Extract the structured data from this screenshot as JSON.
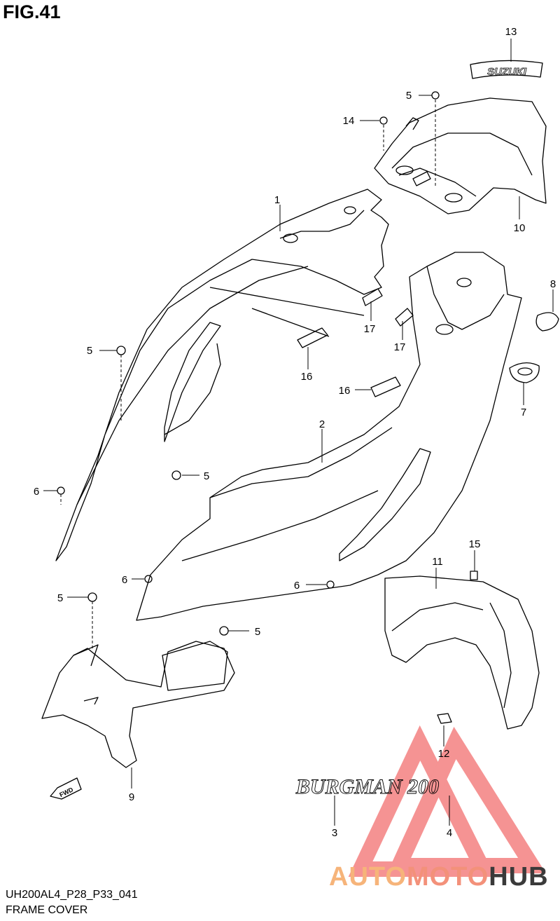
{
  "figure": {
    "title": "FIG.41"
  },
  "callouts": [
    "13",
    "5",
    "14",
    "10",
    "1",
    "8",
    "17",
    "17",
    "5",
    "16",
    "16",
    "7",
    "2",
    "5",
    "6",
    "15",
    "11",
    "6",
    "6",
    "5",
    "5",
    "12",
    "9",
    "3",
    "4"
  ],
  "decals": {
    "suzuki": "SUZUKI",
    "burgman": "BURGMAN 200",
    "fwd": "FWD"
  },
  "caption": {
    "code": "UH200AL4_P28_P33_041",
    "name": "FRAME COVER"
  },
  "watermark": {
    "part1": "AUTO",
    "part2": "MOTO",
    "part3": "HUB"
  },
  "colors": {
    "line": "#000000",
    "watermark_red": "#ee3b3b",
    "watermark_orange": "#f6b47a",
    "watermark_dark": "#3a3a3a"
  }
}
